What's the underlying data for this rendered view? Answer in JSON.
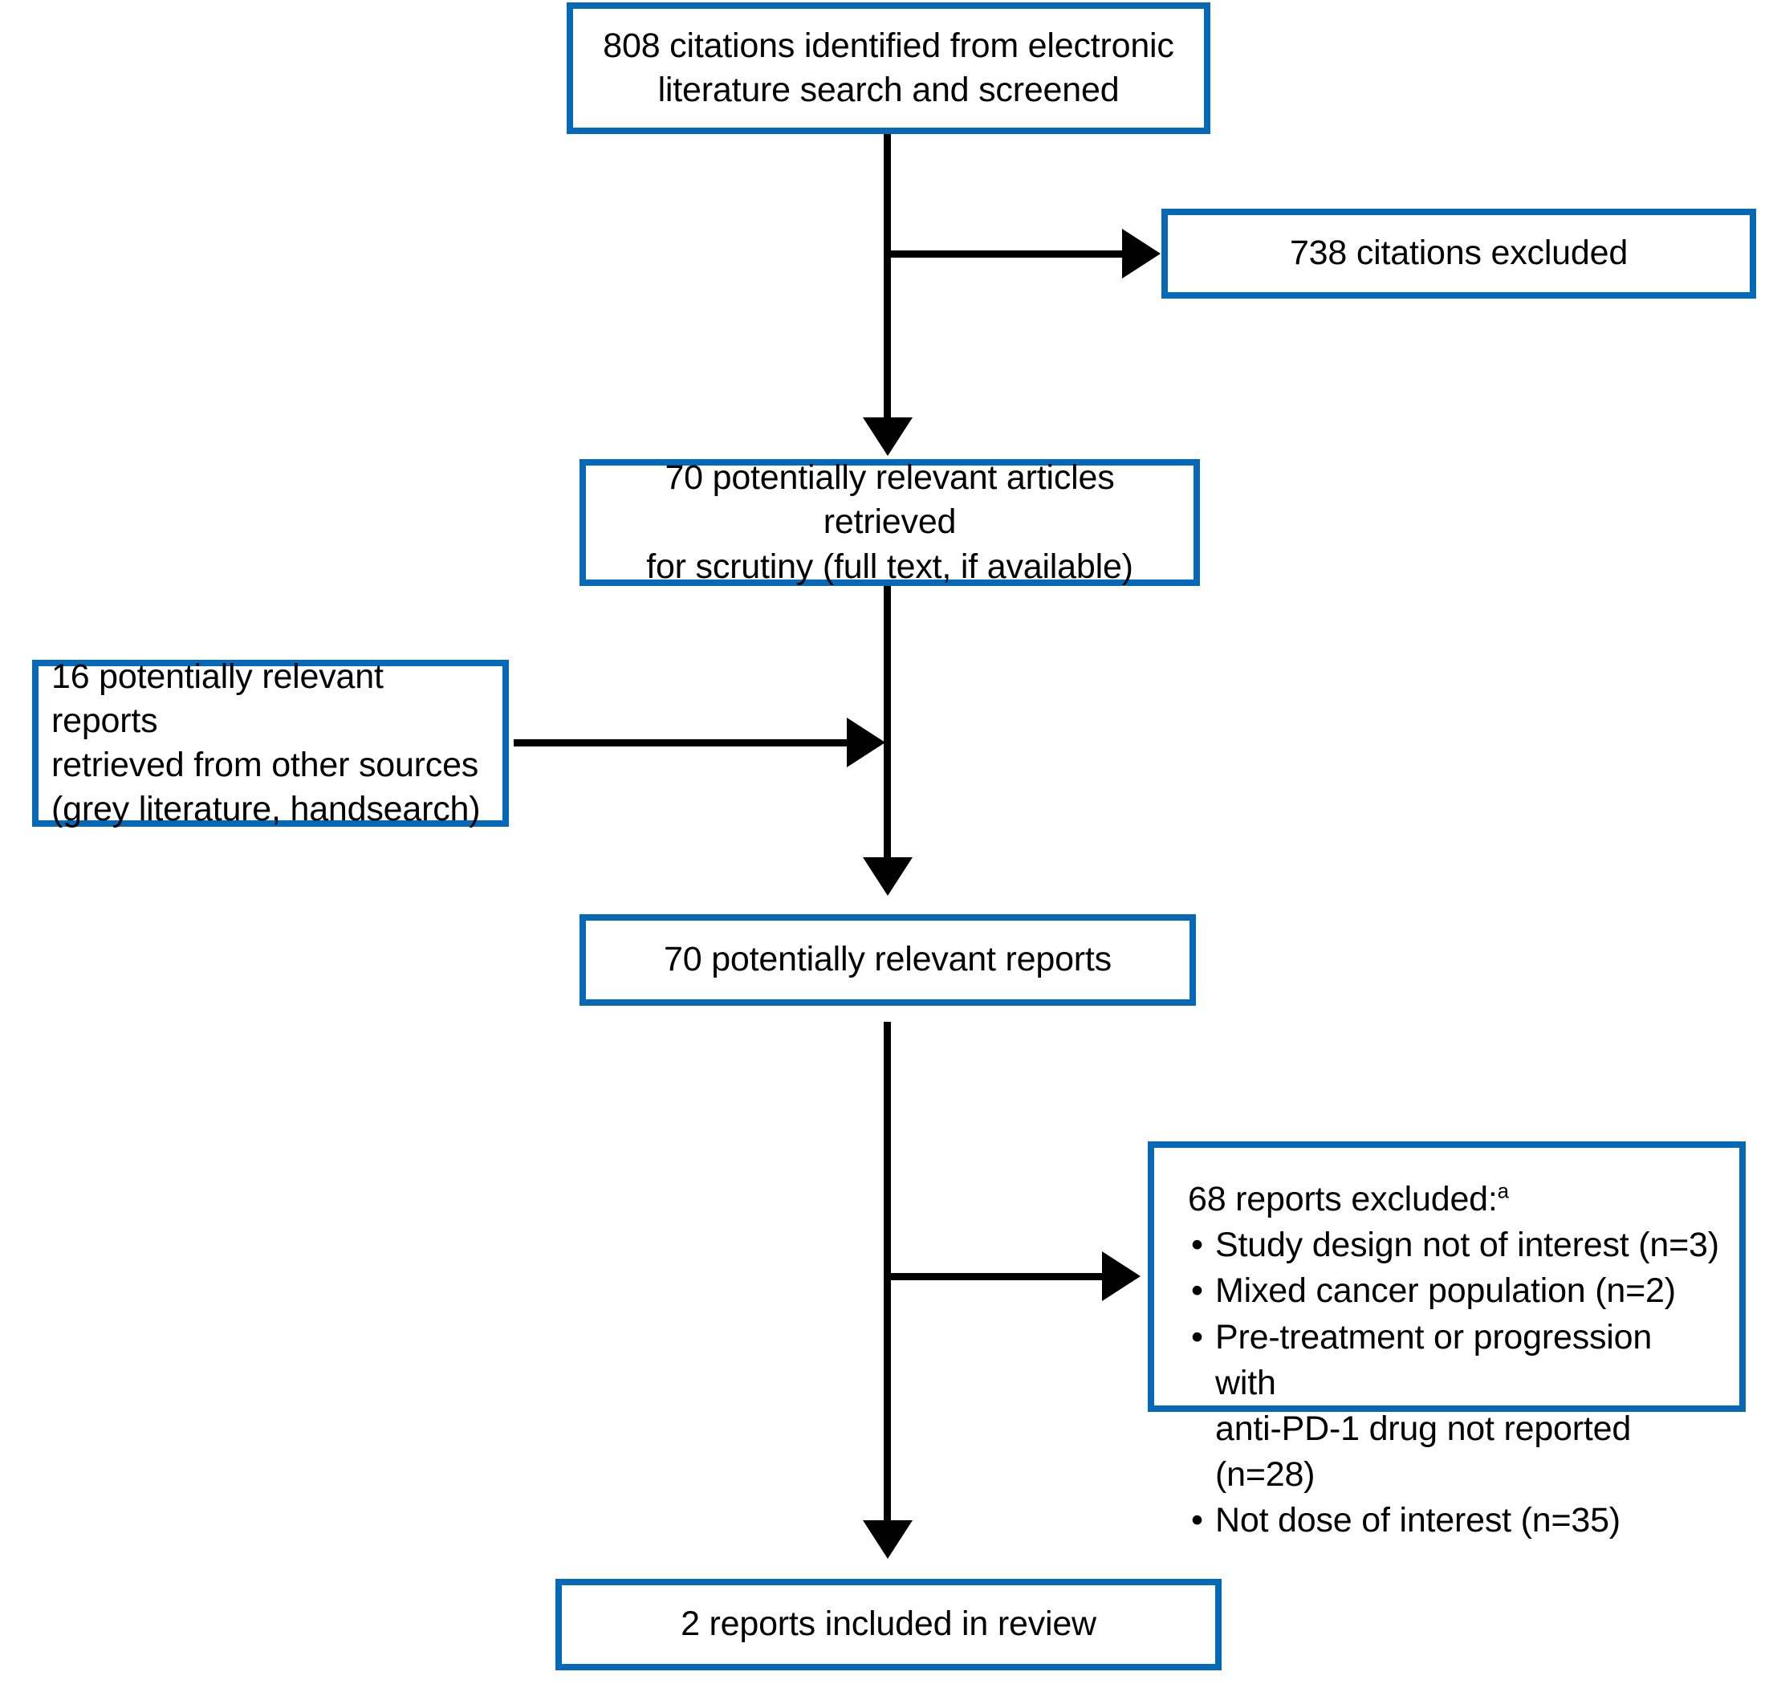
{
  "diagram": {
    "type": "prisma-flow-diagram",
    "accent_color": "#0669B8",
    "line_color": "#000000",
    "background": "#ffffff",
    "nodes": {
      "identified": {
        "text": "808 citations identified from electronic\nliterature search and screened",
        "count": 808
      },
      "excluded_citations": {
        "text": "738 citations excluded",
        "count": 738
      },
      "retrieved": {
        "text": "70 potentially relevant articles retrieved\nfor scrutiny (full text, if available)",
        "count": 70
      },
      "other_sources": {
        "text": "16 potentially relevant reports\nretrieved from other sources\n(grey literature, handsearch)",
        "count": 16
      },
      "relevant_reports": {
        "text": "70 potentially relevant reports",
        "count": 70
      },
      "excluded_reports": {
        "heading": "68 reports excluded:",
        "heading_superscript": "a",
        "count": 68,
        "reasons": [
          {
            "line1": "Study design not of interest (n=3)",
            "line2": "",
            "n": 3
          },
          {
            "line1": "Mixed cancer population (n=2)",
            "line2": "",
            "n": 2
          },
          {
            "line1": "Pre-treatment or progression with",
            "line2": "anti-PD-1 drug not reported (n=28)",
            "n": 28
          },
          {
            "line1": "Not dose of interest (n=35)",
            "line2": "",
            "n": 35
          }
        ]
      },
      "included": {
        "text": "2 reports included in review",
        "count": 2
      }
    },
    "connectors": [
      {
        "name": "identified-to-retrieved",
        "kind": "arrow-down"
      },
      {
        "name": "identified-to-excluded-citations",
        "kind": "arrow-right"
      },
      {
        "name": "other-sources-to-spine",
        "kind": "arrow-right"
      },
      {
        "name": "retrieved-to-relevant-reports",
        "kind": "arrow-down"
      },
      {
        "name": "relevant-reports-to-excluded-reports",
        "kind": "arrow-right"
      },
      {
        "name": "relevant-reports-to-included",
        "kind": "arrow-down"
      }
    ]
  }
}
